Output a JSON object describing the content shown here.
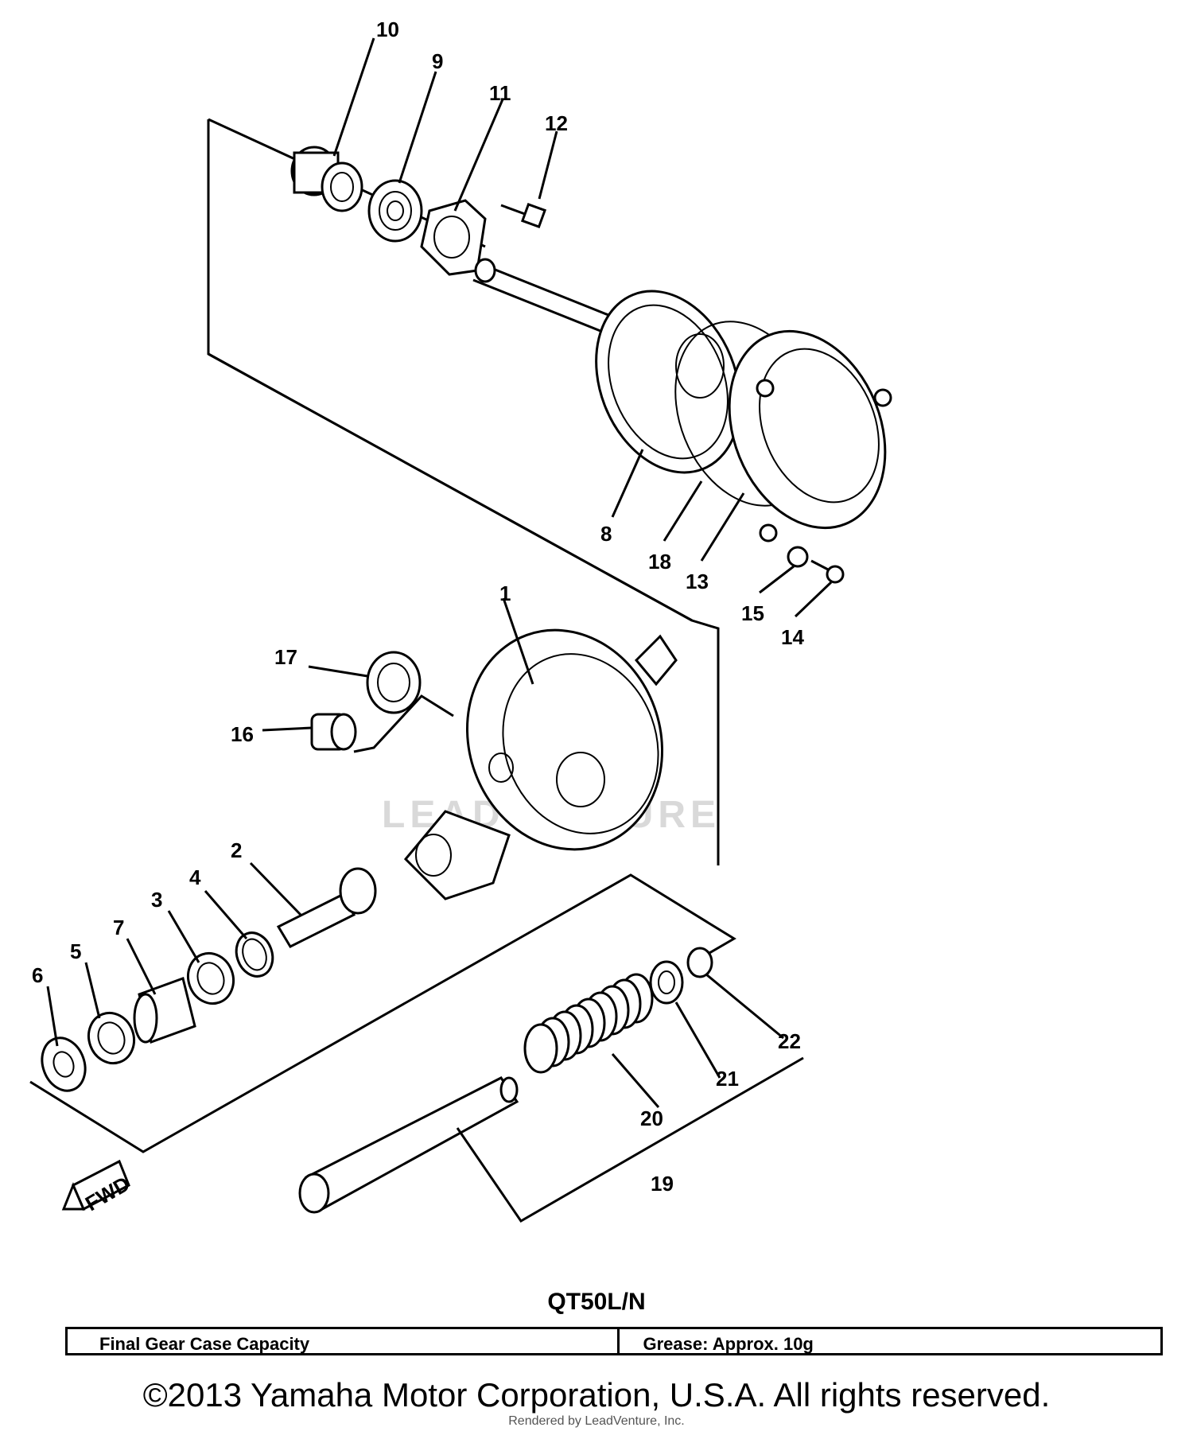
{
  "diagram": {
    "callouts": [
      "10",
      "9",
      "11",
      "12",
      "8",
      "18",
      "13",
      "15",
      "14",
      "1",
      "17",
      "16",
      "2",
      "4",
      "3",
      "7",
      "5",
      "6",
      "22",
      "21",
      "20",
      "19"
    ],
    "fwd_label": "FWD",
    "watermark": "LEADVENTURE"
  },
  "footer": {
    "model": "QT50L/N",
    "table": {
      "label": "Final Gear Case Capacity",
      "value": "Grease: Approx. 10g"
    },
    "copyright": "©2013 Yamaha Motor Corporation, U.S.A. All rights reserved.",
    "rendered_by": "Rendered by LeadVenture, Inc."
  }
}
